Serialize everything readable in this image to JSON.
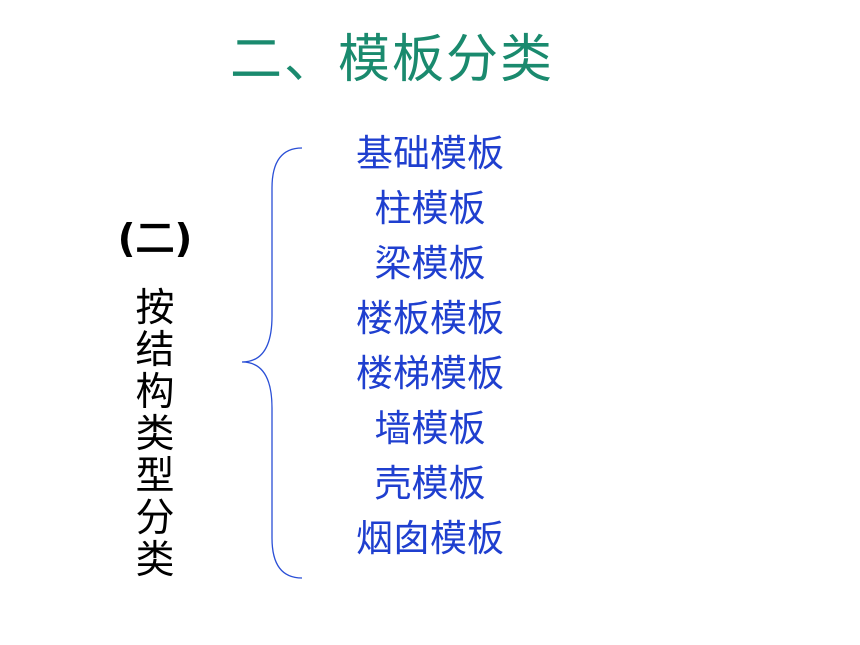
{
  "slide": {
    "title": "二、模板分类",
    "vertical_label": {
      "number": "(二)",
      "text": "按结构类型分类",
      "chars": [
        "按",
        "结",
        "构",
        "类",
        "型",
        "分",
        "类"
      ]
    },
    "items": [
      "基础模板",
      "柱模板",
      "梁模板",
      "楼板模板",
      "楼梯模板",
      "墙模板",
      "壳模板",
      "烟囱模板"
    ]
  },
  "colors": {
    "title": "#1a8a6e",
    "items": "#1f3fcf",
    "label": "#000000",
    "brace": "#2a4fd6",
    "background": "#ffffff"
  }
}
